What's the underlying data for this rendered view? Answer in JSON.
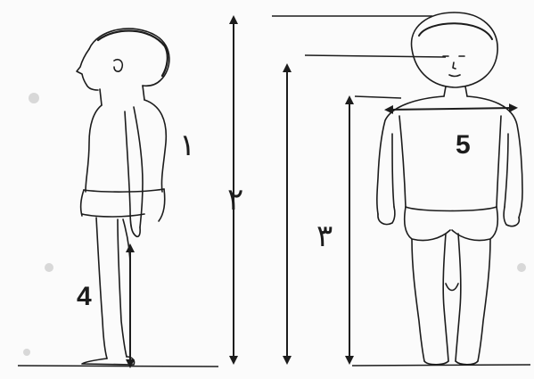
{
  "labels": {
    "one": "١",
    "two": "٢",
    "three": "٣",
    "four": "4",
    "five": "5"
  },
  "colors": {
    "ink": "#1c1c1c",
    "paper": "#fbfbfb"
  }
}
